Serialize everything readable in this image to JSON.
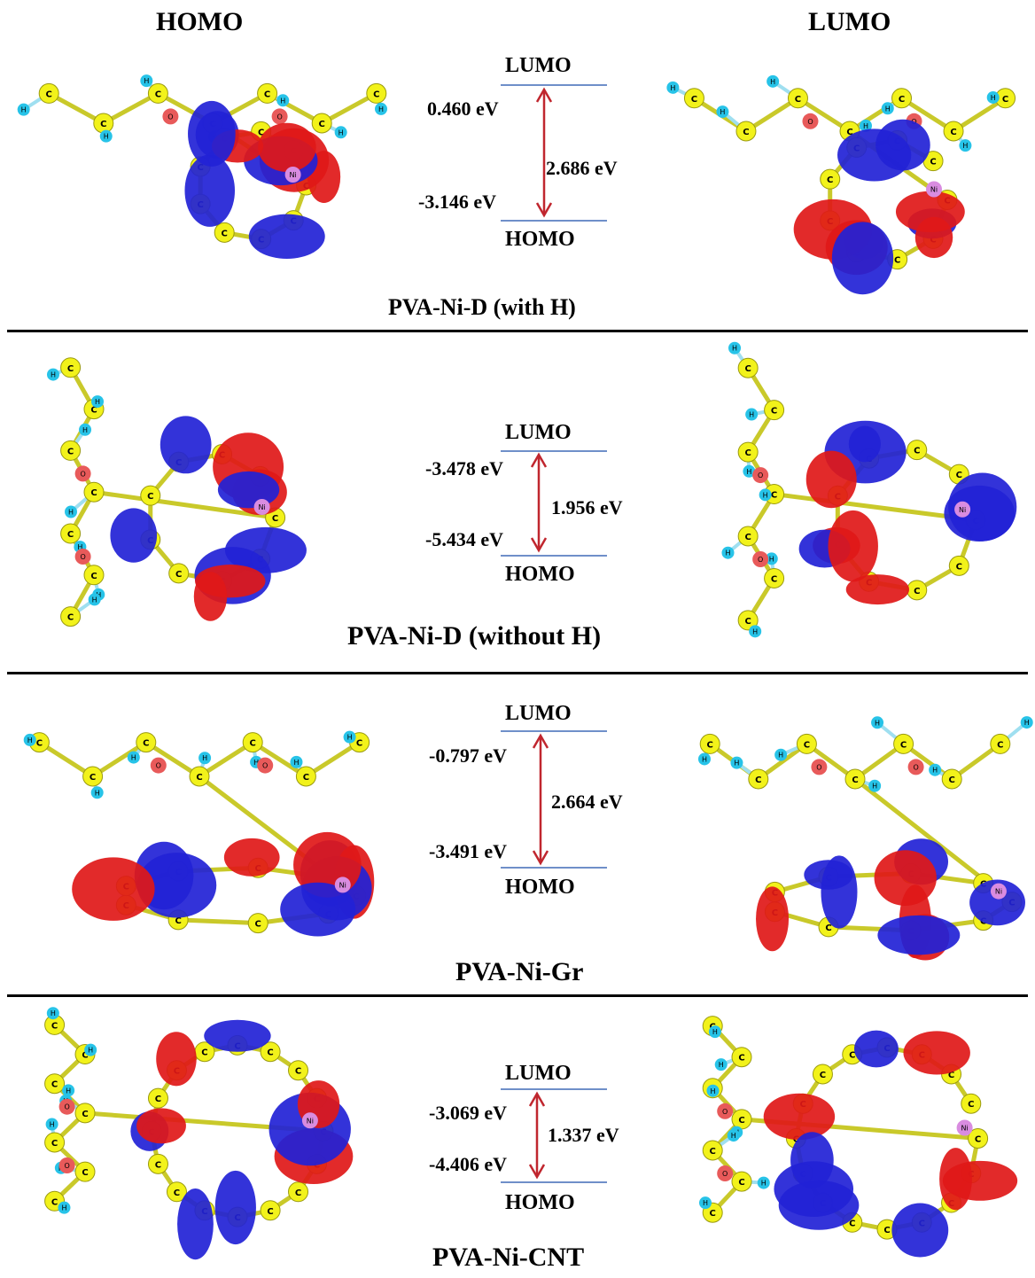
{
  "columns": {
    "left": "HOMO",
    "right": "LUMO"
  },
  "level_labels": {
    "top": "LUMO",
    "bottom": "HOMO"
  },
  "panels": [
    {
      "name": "PVA-Ni-D (with H)",
      "lumo_energy": "0.460 eV",
      "gap": "2.686 eV",
      "homo_energy": "-3.146 eV"
    },
    {
      "name": "PVA-Ni-D (without H)",
      "lumo_energy": "-3.478 eV",
      "gap": "1.956 eV",
      "homo_energy": "-5.434 eV"
    },
    {
      "name": "PVA-Ni-Gr",
      "lumo_energy": "-0.797 eV",
      "gap": "2.664 eV",
      "homo_energy": "-3.491 eV"
    },
    {
      "name": "PVA-Ni-CNT",
      "lumo_energy": "-3.069 eV",
      "gap": "1.337 eV",
      "homo_energy": "-4.406 eV"
    }
  ],
  "atom_labels": {
    "carbon": "C",
    "hydrogen": "H",
    "oxygen": "O",
    "nickel": "Ni"
  },
  "colors": {
    "carbon": "#f2f21a",
    "hydrogen": "#27c3e8",
    "oxygen": "#e85a5a",
    "nickel": "#d98ce0",
    "orbital_positive": "#2222d6",
    "orbital_negative": "#e01818",
    "level_line": "#6f8fc9",
    "arrow": "#c0262e"
  }
}
